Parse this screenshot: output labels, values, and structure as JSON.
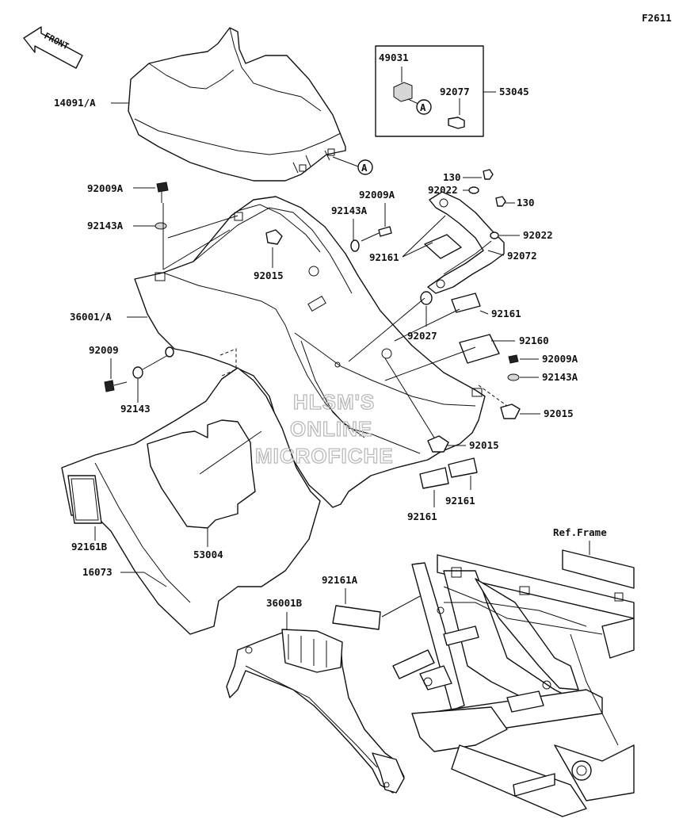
{
  "diagram_id": "F2611",
  "front_label": "FRONT",
  "ref_frame": "Ref.Frame",
  "kit_ref": "A",
  "watermark": [
    "HLSM'S",
    "ONLINE",
    "MICROFICHE"
  ],
  "labels": {
    "p49031": "49031",
    "p92077": "92077",
    "p53045": "53045",
    "p14091": "14091/A",
    "p130_top": "130",
    "p92022_top": "92022",
    "p92009A_mid": "92009A",
    "p92009A_left": "92009A",
    "p92143A_left": "92143A",
    "p92143A_mid": "92143A",
    "p130_right": "130",
    "p92022_right": "92022",
    "p92161_a": "92161",
    "p92072": "92072",
    "p92015_left": "92015",
    "p92161_b": "92161",
    "p36001A": "36001/A",
    "p92027": "92027",
    "p92160": "92160",
    "p92009": "92009",
    "p92009A_right": "92009A",
    "p92143A_right": "92143A",
    "p92143": "92143",
    "p92015_right": "92015",
    "p92015_bottom": "92015",
    "p92161_c": "92161",
    "p92161_d": "92161",
    "p92161B": "92161B",
    "p53004": "53004",
    "p16073": "16073",
    "p36001B": "36001B",
    "p92161A": "92161A"
  }
}
